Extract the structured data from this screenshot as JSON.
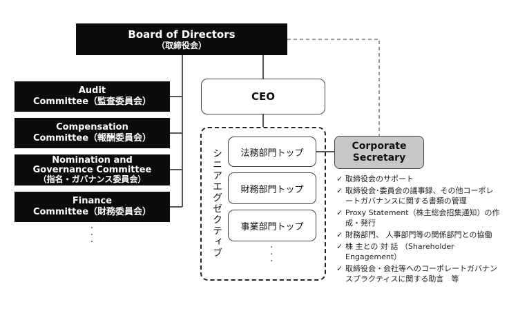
{
  "board": {
    "title": "Board of Directors",
    "subtitle": "（取締役会）"
  },
  "committees": [
    {
      "line1": "Audit",
      "line2": "Committee（監査委員会）"
    },
    {
      "line1": "Compensation",
      "line2": "Committee（報酬委員会）"
    },
    {
      "line1": "Nomination and",
      "line2": "Governance Committee",
      "line3": "（指名・ガバナンス委員会）"
    },
    {
      "line1": "Finance",
      "line2": "Committee（財務委員会）"
    }
  ],
  "ceo": {
    "label": "CEO"
  },
  "senior_exec": {
    "vertical_label": "シニアエグゼクティブ",
    "items": [
      "法務部門トップ",
      "財務部門トップ",
      "事業部門トップ"
    ]
  },
  "corporate_secretary": {
    "line1": "Corporate",
    "line2": "Secretary"
  },
  "duties": [
    "取締役会のサポート",
    "取締役会･委員会の議事録、その他コーポレートガバナンスに関する書類の管理",
    "Proxy Statement（株主総会招集通知）の作成・発行",
    "財務部門、 人事部門等の関係部門との協働",
    "株 主との 対 話 （Shareholder Engagement）",
    "取締役会・会社等へのコーポレートガバナンスプラクティスに関する助言　等"
  ],
  "check_mark": "✓",
  "ellipsis_dot": "·",
  "colors": {
    "black_box": "#0c0c0c",
    "secretary_box": "#c8c8c8",
    "connector": "#555555",
    "dashed": "#777777"
  }
}
